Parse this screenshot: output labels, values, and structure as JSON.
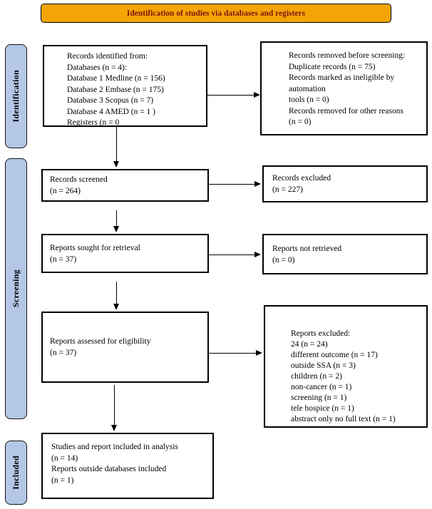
{
  "banner": {
    "title": "Identification of studies via databases and registers"
  },
  "colors": {
    "banner_bg": "#F4A405",
    "banner_text": "#7F1511",
    "stage_bg": "#B4C7E7",
    "box_border": "#000000"
  },
  "stages": {
    "identification": "Identification",
    "screening": "Screening",
    "included": "Included"
  },
  "boxes": {
    "records_identified": {
      "lines": [
        "Records identified from:",
        "Databases (n = 4):",
        "Database 1 Medline (n = 156)",
        "Database 2 Embase (n = 175)",
        "Database 3 Scopus (n = 7)",
        "Database 4 AMED (n = 1 )",
        "Registers (n = 0"
      ]
    },
    "records_removed": {
      "lines": [
        "Records removed before screening:",
        "Duplicate records (n = 75)",
        "Records marked as ineligible by",
        "automation",
        "tools (n = 0)",
        "Records removed for other reasons",
        "(n = 0)"
      ]
    },
    "records_screened": {
      "lines": [
        "Records screened",
        "(n = 264)"
      ]
    },
    "records_excluded": {
      "lines": [
        "Records excluded",
        "(n = 227)"
      ]
    },
    "reports_sought": {
      "lines": [
        "Reports sought for retrieval",
        "(n = 37)"
      ]
    },
    "reports_not_retrieved": {
      "lines": [
        "Reports not retrieved",
        "(n = 0)"
      ]
    },
    "reports_assessed": {
      "lines": [
        "Reports assessed for eligibility",
        "(n = 37)"
      ]
    },
    "reports_excluded": {
      "lines": [
        "Reports excluded:",
        "24 (n = 24)",
        "different outcome (n = 17)",
        "outside SSA (n = 3)",
        "children (n = 2)",
        "non-cancer (n = 1)",
        "screening (n = 1)",
        "tele hospice (n = 1)",
        "abstract only no full text (n = 1)"
      ]
    },
    "studies_included": {
      "lines": [
        "Studies and report included in analysis",
        "(n = 14)",
        "Reports outside databases included",
        "(n = 1)"
      ]
    }
  }
}
